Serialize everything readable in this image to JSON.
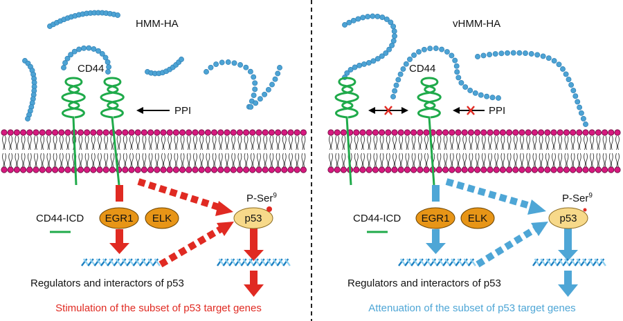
{
  "colors": {
    "bead": "#4da3d4",
    "bead_stroke": "#2f7fb4",
    "cd44": "#1faa4a",
    "lipid_head": "#d6197f",
    "red_accent": "#e02a22",
    "blue_accent": "#4ea6d6",
    "tf_fill": "#e79517",
    "p53_fill": "#f7d98a",
    "dna_a": "#1b7fc0",
    "dna_b": "#8fd0f0"
  },
  "left_panel": {
    "ha_label": "HMM-HA",
    "cd44_label": "CD44",
    "ppi_label": "PPI",
    "icd_label": "CD44-ICD",
    "egr1_label": "EGR1",
    "elk_label": "ELK",
    "p53_label": "p53",
    "pser_label": "P-Ser",
    "pser_sup": "9",
    "regulators_label": "Regulators and interactors of p53",
    "outcome_label": "Stimulation of the subset of p53 target genes"
  },
  "right_panel": {
    "ha_label": "vHMM-HA",
    "cd44_label": "CD44",
    "ppi_label": "PPI",
    "icd_label": "CD44-ICD",
    "egr1_label": "EGR1",
    "elk_label": "ELK",
    "p53_label": "p53",
    "pser_label": "P-Ser",
    "pser_sup": "9",
    "regulators_label": "Regulators and interactors of p53",
    "outcome_label": "Attenuation of the subset of p53 target genes"
  }
}
